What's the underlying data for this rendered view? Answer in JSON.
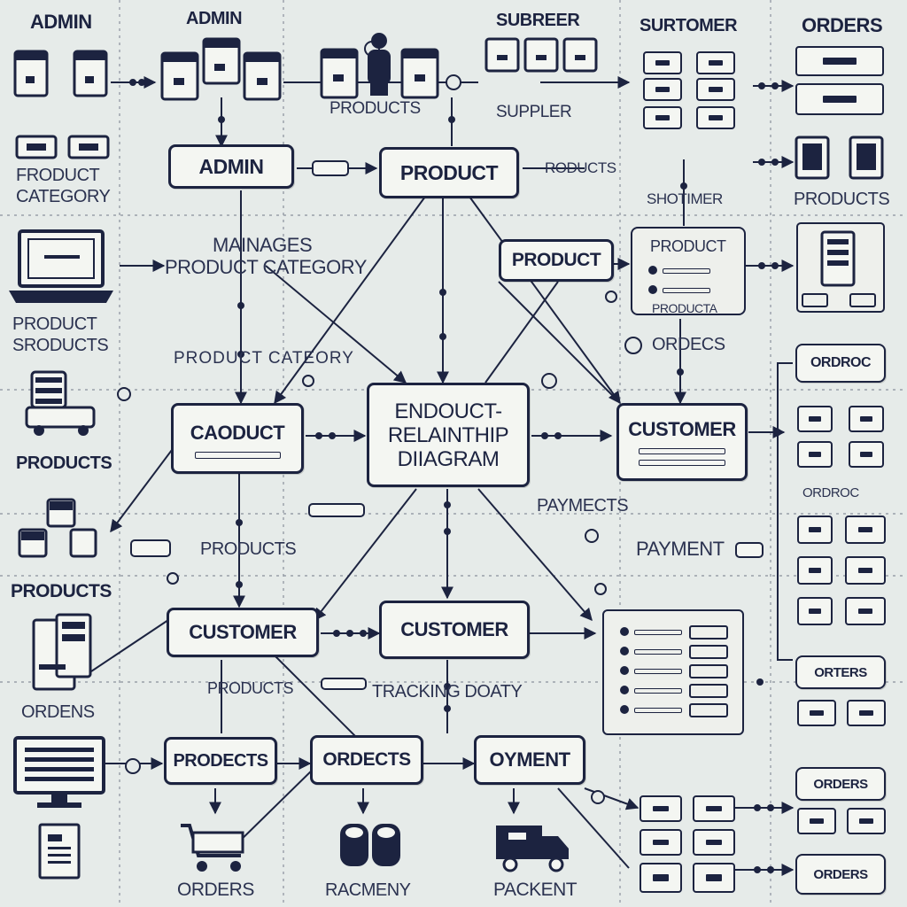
{
  "diagram": {
    "center": {
      "line1": "ENDOUCT-",
      "line2": "RELAINTHIP",
      "line3": "DIIAGRAM"
    },
    "entities": {
      "admin": {
        "label": "ADMIN"
      },
      "product_top": {
        "label": "PRODUCT"
      },
      "product_mid": {
        "label": "PRODUCT"
      },
      "caoduct": {
        "label": "CAODUCT"
      },
      "customer_right": {
        "label": "CUSTOMER"
      },
      "customer_left": {
        "label": "CUSTOMER"
      },
      "customer_center": {
        "label": "CUSTOMER"
      },
      "prodects": {
        "label": "PRODECTS"
      },
      "ordects": {
        "label": "ORDECTS"
      },
      "oyment": {
        "label": "OYMENT"
      }
    },
    "labels": {
      "admin_tl": "ADMIN",
      "admin_top": "ADMIN",
      "subreer": "SUBREER",
      "surtomer": "SURTOMER",
      "orders_top": "ORDERS",
      "products_top": "PRODUCTS",
      "suppler": "SUPPLER",
      "product_category": "FRODUCT CATEGORY",
      "rroducts": "RODUCTS",
      "shotmer": "SHOTIMER",
      "products_right": "PRODUCTS",
      "manages": "MAINAGES",
      "manages_line2": "PRODUCT CATEGORY",
      "product_sroducts": "PRODUCT SRODUCTS",
      "product_category2": "PRODUCT CATEORY",
      "ordecs": "ORDECS",
      "ordrc": "ORDROC",
      "products_left1": "PRODUCTS",
      "paymects": "PAYMECTS",
      "payment": "PAYMENT",
      "products_mid": "PRODUCTS",
      "products_left2": "PRODUCTS",
      "ordens": "ORDENS",
      "products_low": "PRODUCTS",
      "tracking": "TRACKING DOATY",
      "ortmers": "ORTERS",
      "orders_r1": "ORDERS",
      "orders_r2": "ORDERS",
      "orders_bottom": "ORDERS",
      "racmeny": "RACMENY",
      "packent": "PACKENT",
      "products_panel": "PRODUCTA"
    }
  },
  "colors": {
    "ink": "#1c2340",
    "background": "#e6ebe9",
    "box": "#f4f6f2"
  }
}
